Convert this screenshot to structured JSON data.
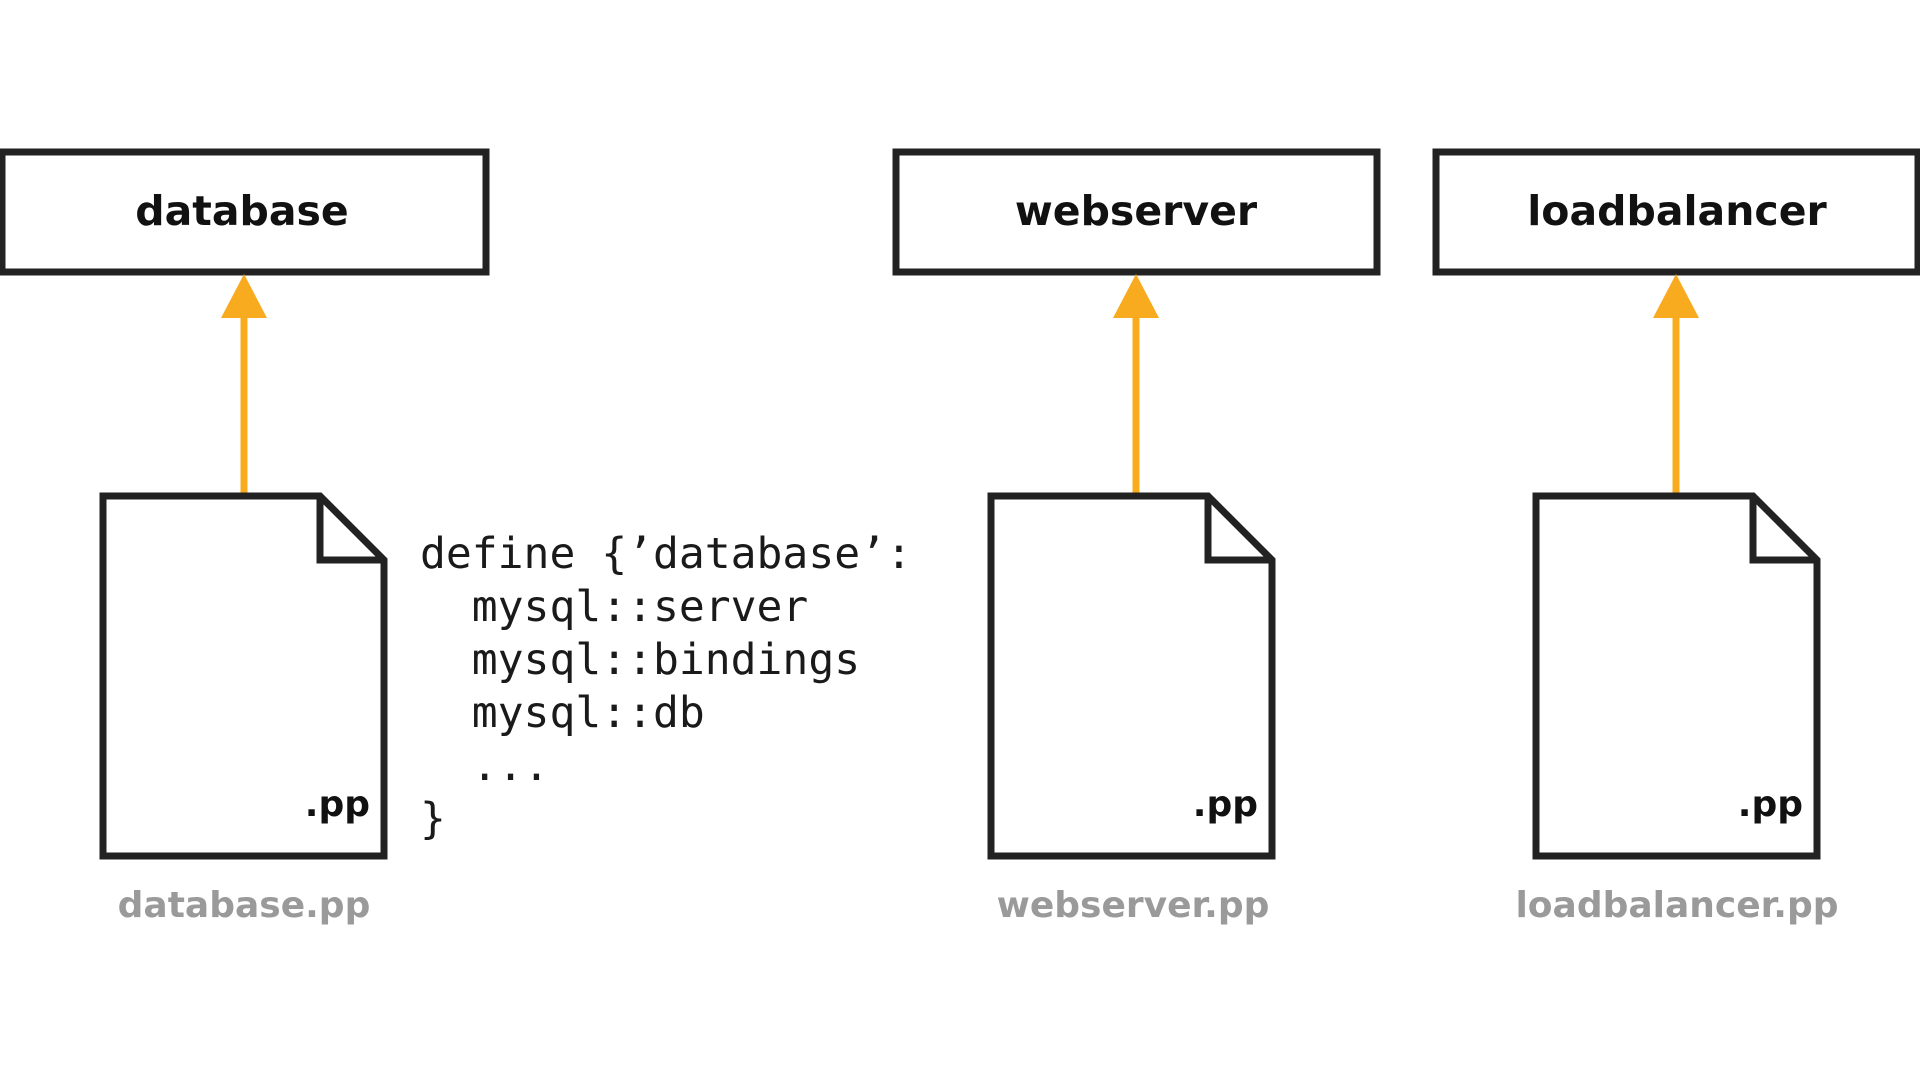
{
  "colors": {
    "box_stroke": "#222222",
    "arrow": "#f9ab1f",
    "file_name": "#9a9a9a",
    "background": "#ffffff"
  },
  "nodes": [
    {
      "label": "database",
      "file_ext": ".pp",
      "file_name": "database.pp"
    },
    {
      "label": "webserver",
      "file_ext": ".pp",
      "file_name": "webserver.pp"
    },
    {
      "label": "loadbalancer",
      "file_ext": ".pp",
      "file_name": "loadbalancer.pp"
    }
  ],
  "code": {
    "lines": [
      "define {’database’:",
      "  mysql::server",
      "  mysql::bindings",
      "  mysql::db",
      "  ...",
      "}"
    ]
  }
}
